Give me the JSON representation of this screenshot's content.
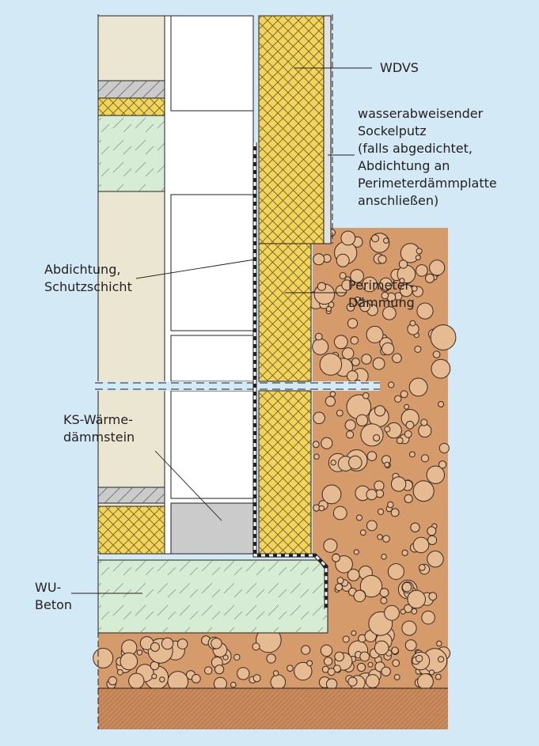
{
  "labels": {
    "wdvs": "WDVS",
    "sockelputz": [
      "wasserabweisender",
      "Sockelputz",
      "(falls abgedichtet,",
      "Abdichtung an",
      "Perimeterdämmplatte",
      "anschließen)"
    ],
    "abdichtung": [
      "Abdichtung,",
      "Schutzschicht"
    ],
    "perimeter": [
      "Perimeter-",
      "Dämmung"
    ],
    "ks_stein": [
      "KS-Wärme-",
      "dämmstein"
    ],
    "wu_beton": [
      "WU-",
      "Beton"
    ]
  },
  "colors": {
    "background": "#d3e9f5",
    "render": "#ebe6d2",
    "insulation": "#f2d45a",
    "concrete": "#d6ecd4",
    "soil": "#d59b6a",
    "ks_block": "#cbcbcb",
    "outline": "#231f20"
  }
}
